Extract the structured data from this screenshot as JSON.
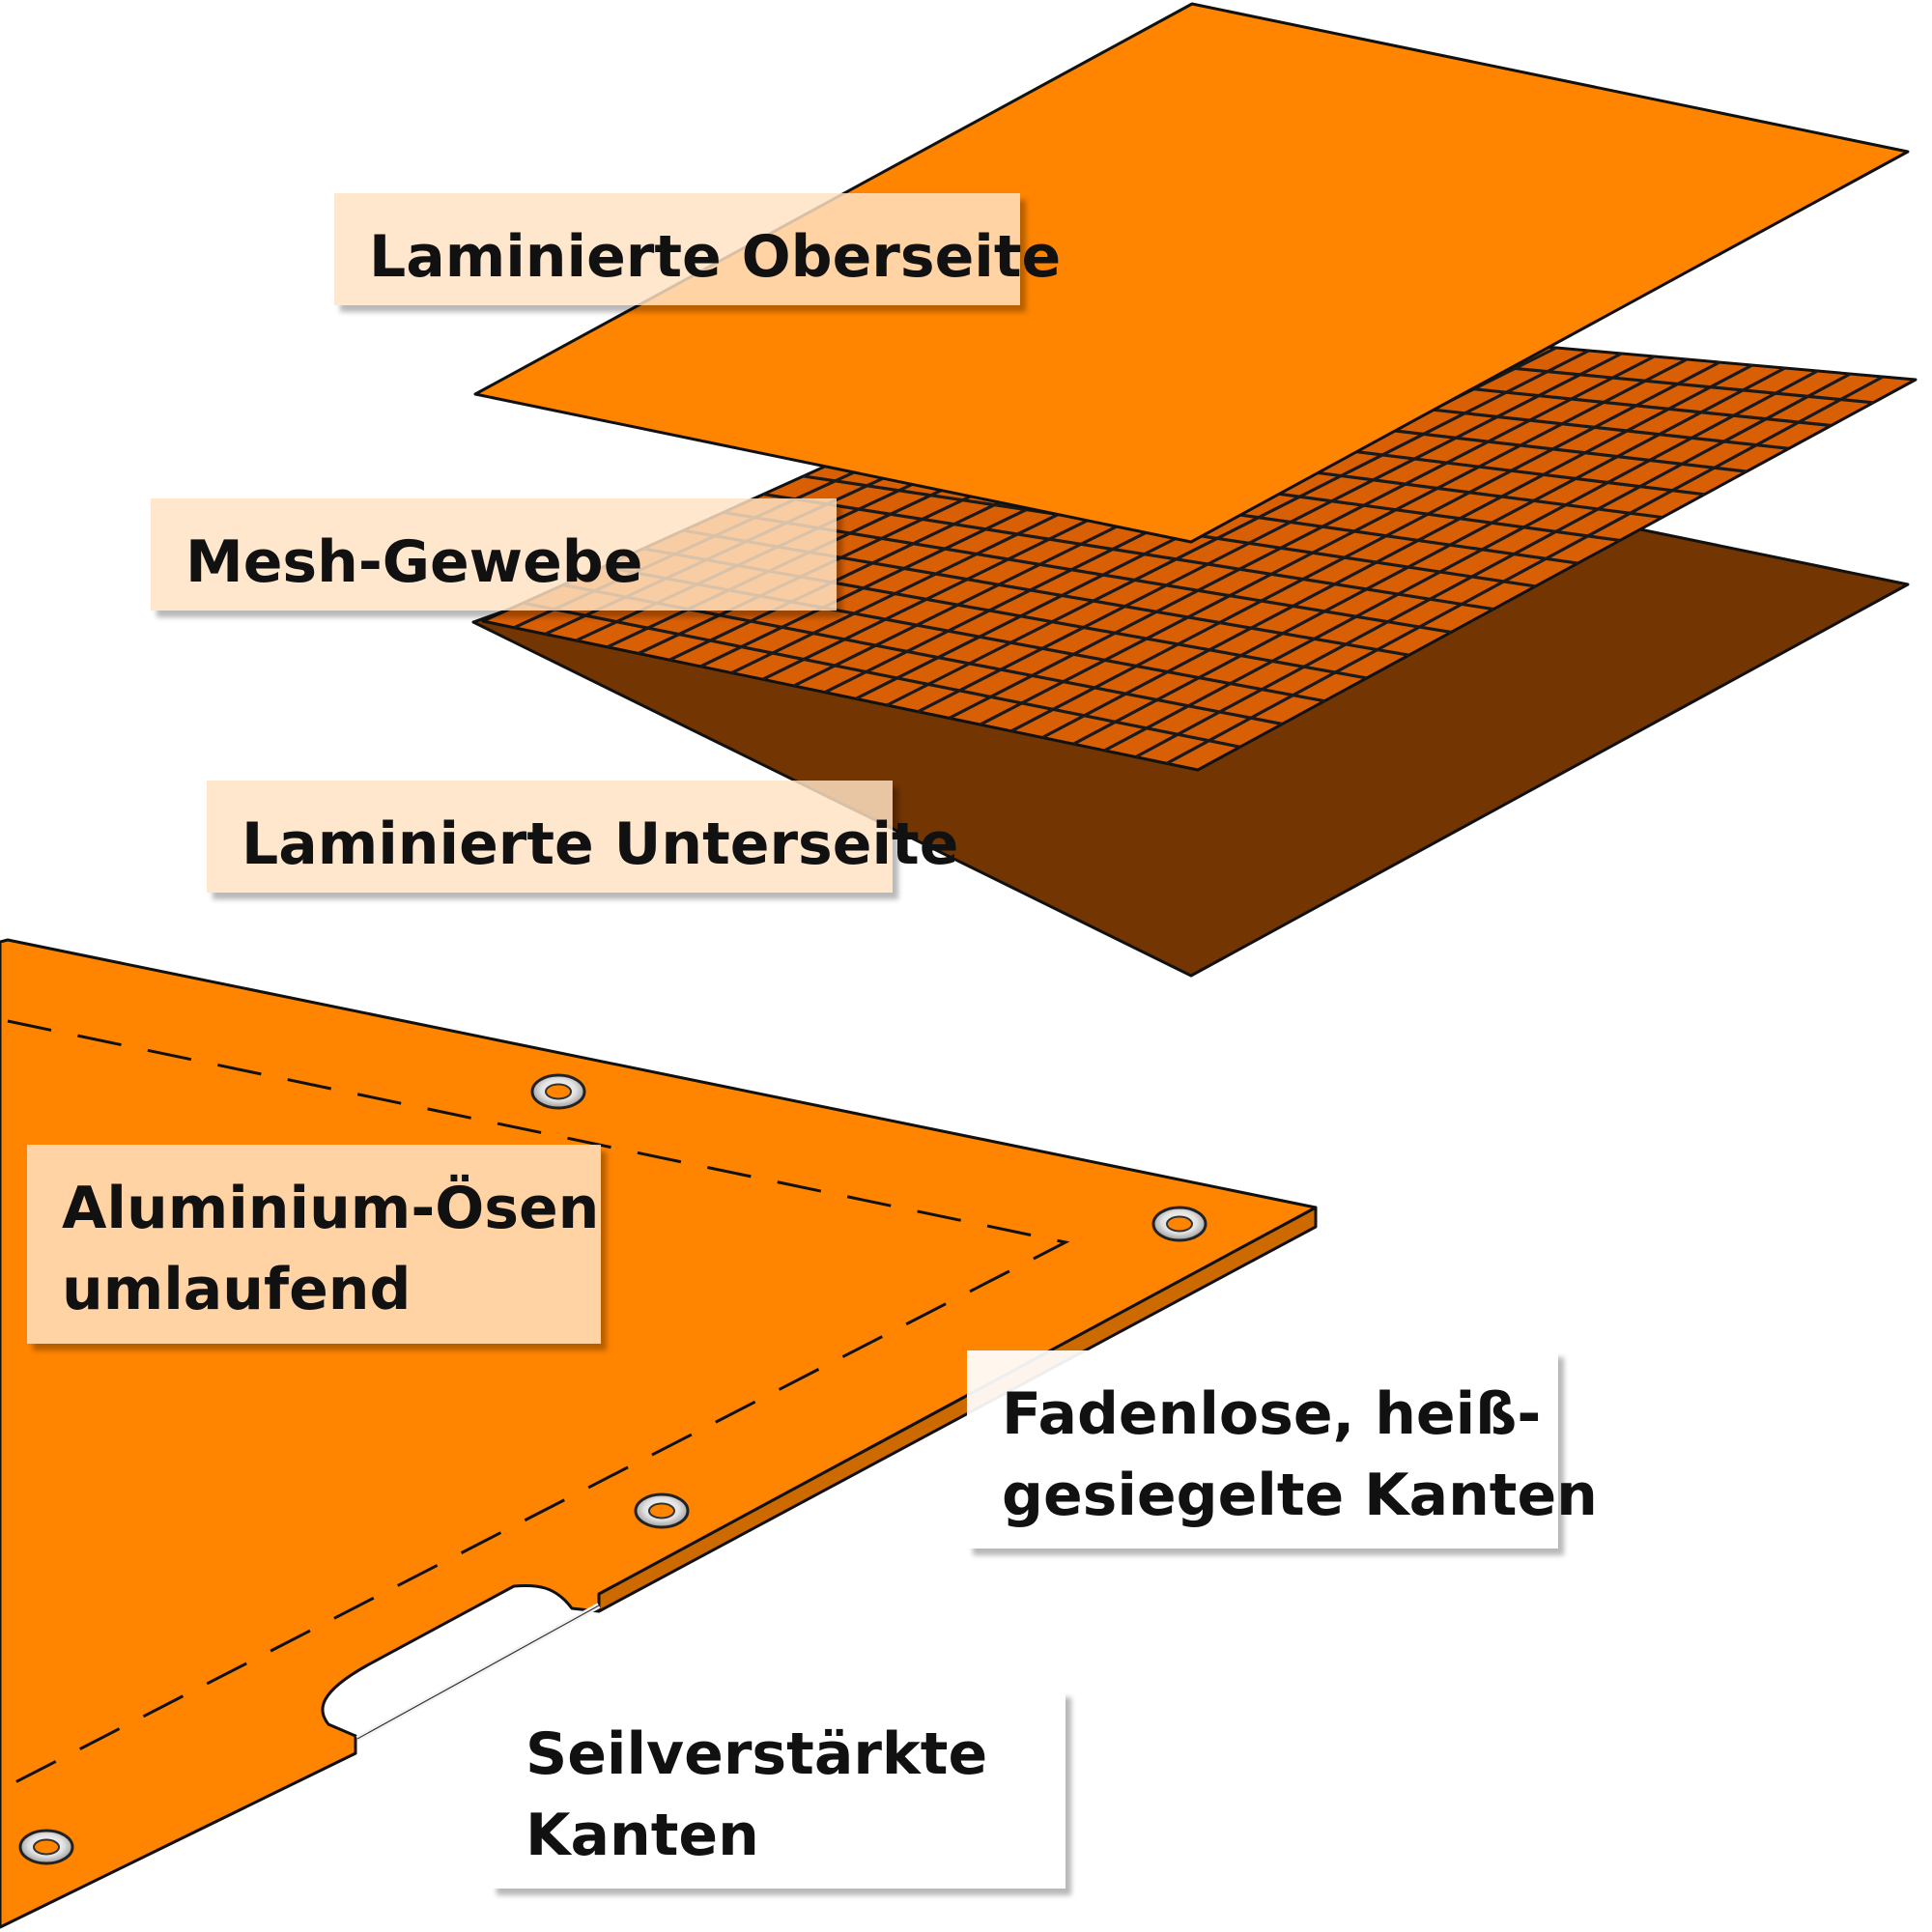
{
  "colors": {
    "tarp_orange": "#ff8400",
    "tarp_outline": "#111111",
    "mesh_cell": "#d95f05",
    "mesh_lines": "#1a1a1a",
    "bottom_layer": "#733502",
    "label_peach": "#ffe2c4",
    "label_white": "#ffffff",
    "eyelet": "#c0c0c0"
  },
  "labels": {
    "top_layer": "Laminierte Oberseite",
    "mesh_layer": "Mesh-Gewebe",
    "bottom_layer": "Laminierte Unterseite",
    "eyelets": [
      "Aluminium-Ösen",
      "umlaufend"
    ],
    "edges": [
      "Fadenlose, heiß-",
      "gesiegelte Kanten"
    ],
    "rope": [
      "Seilverstärkte",
      "Kanten"
    ]
  },
  "icons": [
    "eyelet-icon",
    "rope-handle-icon"
  ]
}
